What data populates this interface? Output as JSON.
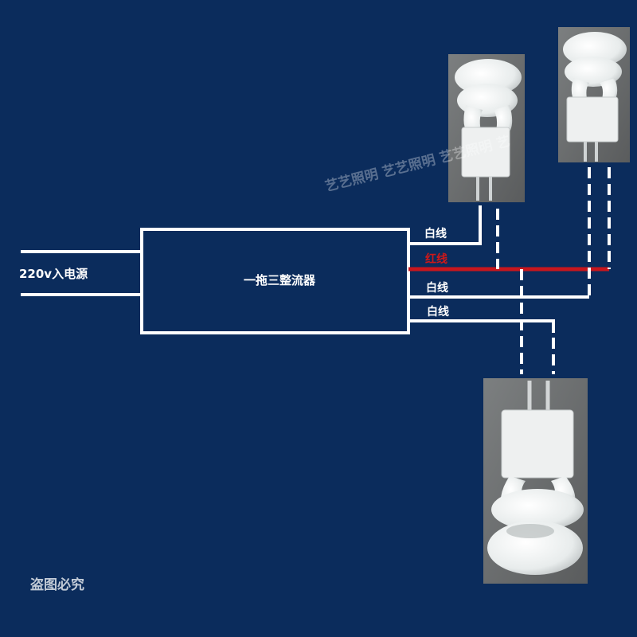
{
  "labels": {
    "power_input": "220v入电源",
    "ballast": "一拖三整流器",
    "wire_white_1": "白线",
    "wire_red": "红线",
    "wire_white_2": "白线",
    "wire_white_3": "白线",
    "watermark_text": "艺艺照明 艺艺照明 艺艺照明 艺",
    "copyright_notice": "盗图必究"
  },
  "colors": {
    "background": "#0b2c5c",
    "wire_white": "#ffffff",
    "wire_red": "#c8161d",
    "red_label": "#d01818",
    "photo_bg": "#6d6f70",
    "bulb": "#f2f4f4"
  },
  "icons": [
    "lamp-photo-top-left",
    "lamp-photo-top-right",
    "lamp-photo-bottom"
  ]
}
